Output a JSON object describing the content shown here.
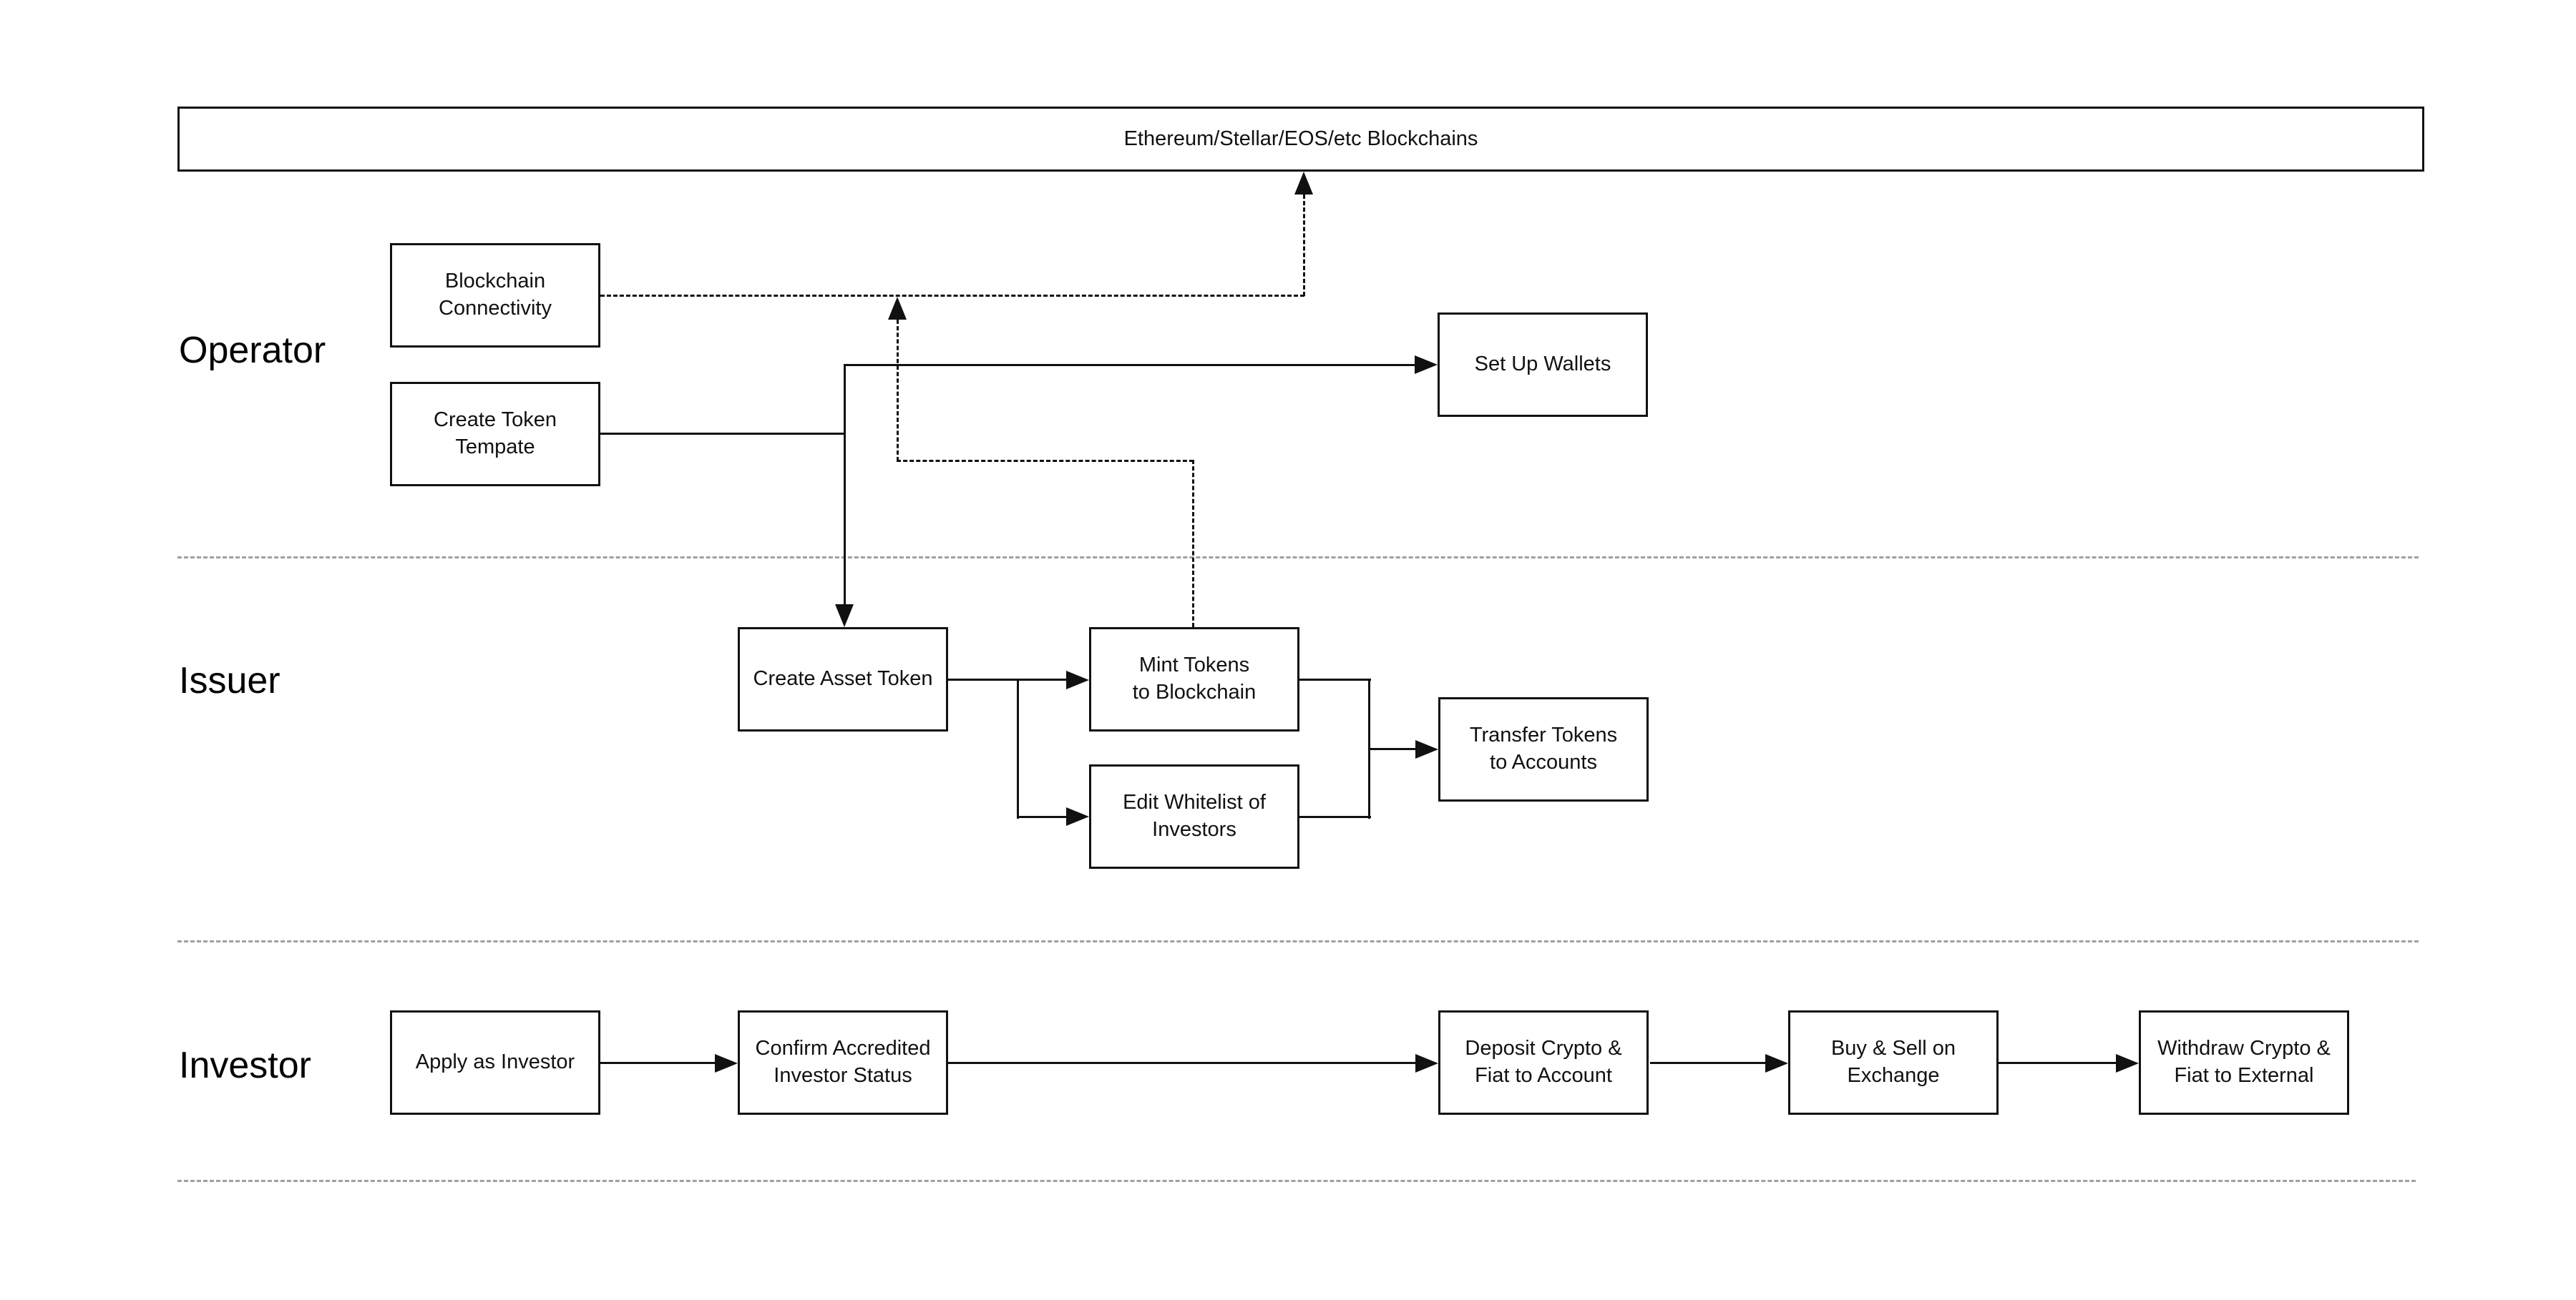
{
  "diagram": {
    "banner": {
      "label": "Ethereum/Stellar/EOS/etc Blockchains"
    },
    "lanes": [
      {
        "label": "Operator"
      },
      {
        "label": "Issuer"
      },
      {
        "label": "Investor"
      }
    ],
    "nodes": [
      {
        "id": "blockchain-connectivity",
        "lane": "Operator",
        "label": "Blockchain\nConnectivity"
      },
      {
        "id": "create-token-template",
        "lane": "Operator",
        "label": "Create Token\nTempate"
      },
      {
        "id": "set-up-wallets",
        "lane": "Operator",
        "label": "Set Up Wallets"
      },
      {
        "id": "create-asset-token",
        "lane": "Issuer",
        "label": "Create Asset Token"
      },
      {
        "id": "mint-tokens-to-blockchain",
        "lane": "Issuer",
        "label": "Mint Tokens\nto Blockchain"
      },
      {
        "id": "edit-whitelist-of-investors",
        "lane": "Issuer",
        "label": "Edit Whitelist of\nInvestors"
      },
      {
        "id": "transfer-tokens-to-accounts",
        "lane": "Issuer",
        "label": "Transfer Tokens\nto Accounts"
      },
      {
        "id": "apply-as-investor",
        "lane": "Investor",
        "label": "Apply as Investor"
      },
      {
        "id": "confirm-accredited-investor-status",
        "lane": "Investor",
        "label": "Confirm Accredited\nInvestor Status"
      },
      {
        "id": "deposit-crypto-fiat-to-account",
        "lane": "Investor",
        "label": "Deposit Crypto &\nFiat to Account"
      },
      {
        "id": "buy-sell-on-exchange",
        "lane": "Investor",
        "label": "Buy & Sell on\nExchange"
      },
      {
        "id": "withdraw-crypto-fiat-to-external",
        "lane": "Investor",
        "label": "Withdraw Crypto &\nFiat to External"
      }
    ],
    "edges": [
      {
        "from": "create-token-template",
        "to": "set-up-wallets",
        "style": "solid"
      },
      {
        "from": "create-token-template",
        "to": "create-asset-token",
        "style": "solid"
      },
      {
        "from": "blockchain-connectivity",
        "to": "ethereum-stellar-eos-etc-blockchains",
        "style": "dashed"
      },
      {
        "from": "mint-tokens-to-blockchain",
        "to": "blockchain-connectivity",
        "style": "dashed"
      },
      {
        "from": "create-asset-token",
        "to": "mint-tokens-to-blockchain",
        "style": "solid"
      },
      {
        "from": "create-asset-token",
        "to": "edit-whitelist-of-investors",
        "style": "solid"
      },
      {
        "from": "mint-tokens-to-blockchain",
        "to": "transfer-tokens-to-accounts",
        "style": "solid"
      },
      {
        "from": "edit-whitelist-of-investors",
        "to": "transfer-tokens-to-accounts",
        "style": "solid"
      },
      {
        "from": "apply-as-investor",
        "to": "confirm-accredited-investor-status",
        "style": "solid"
      },
      {
        "from": "confirm-accredited-investor-status",
        "to": "deposit-crypto-fiat-to-account",
        "style": "solid"
      },
      {
        "from": "deposit-crypto-fiat-to-account",
        "to": "buy-sell-on-exchange",
        "style": "solid"
      },
      {
        "from": "buy-sell-on-exchange",
        "to": "withdraw-crypto-fiat-to-external",
        "style": "solid"
      }
    ],
    "colors": {
      "line": "#111111",
      "separator": "#a0a0a0",
      "background": "#ffffff"
    }
  }
}
